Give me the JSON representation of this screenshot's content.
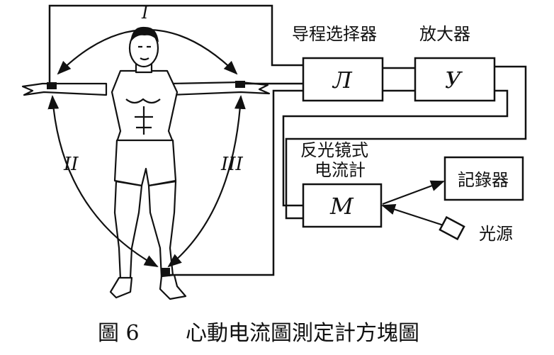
{
  "lead_labels": {
    "lead_1": "I",
    "lead_2": "II",
    "lead_3": "III"
  },
  "blocks": {
    "selector": {
      "title": "导程选择器",
      "symbol": "Л"
    },
    "amplifier": {
      "title": "放大器",
      "symbol": "У"
    },
    "galvanometer": {
      "title_line1": "反光镜式",
      "title_line2": "电流計",
      "symbol": "M"
    },
    "recorder": {
      "title": "記錄器"
    },
    "light_source": {
      "title": "光源"
    }
  },
  "caption": {
    "figure_number": "圖 6",
    "text": "心動电流圖測定計方塊圖"
  }
}
